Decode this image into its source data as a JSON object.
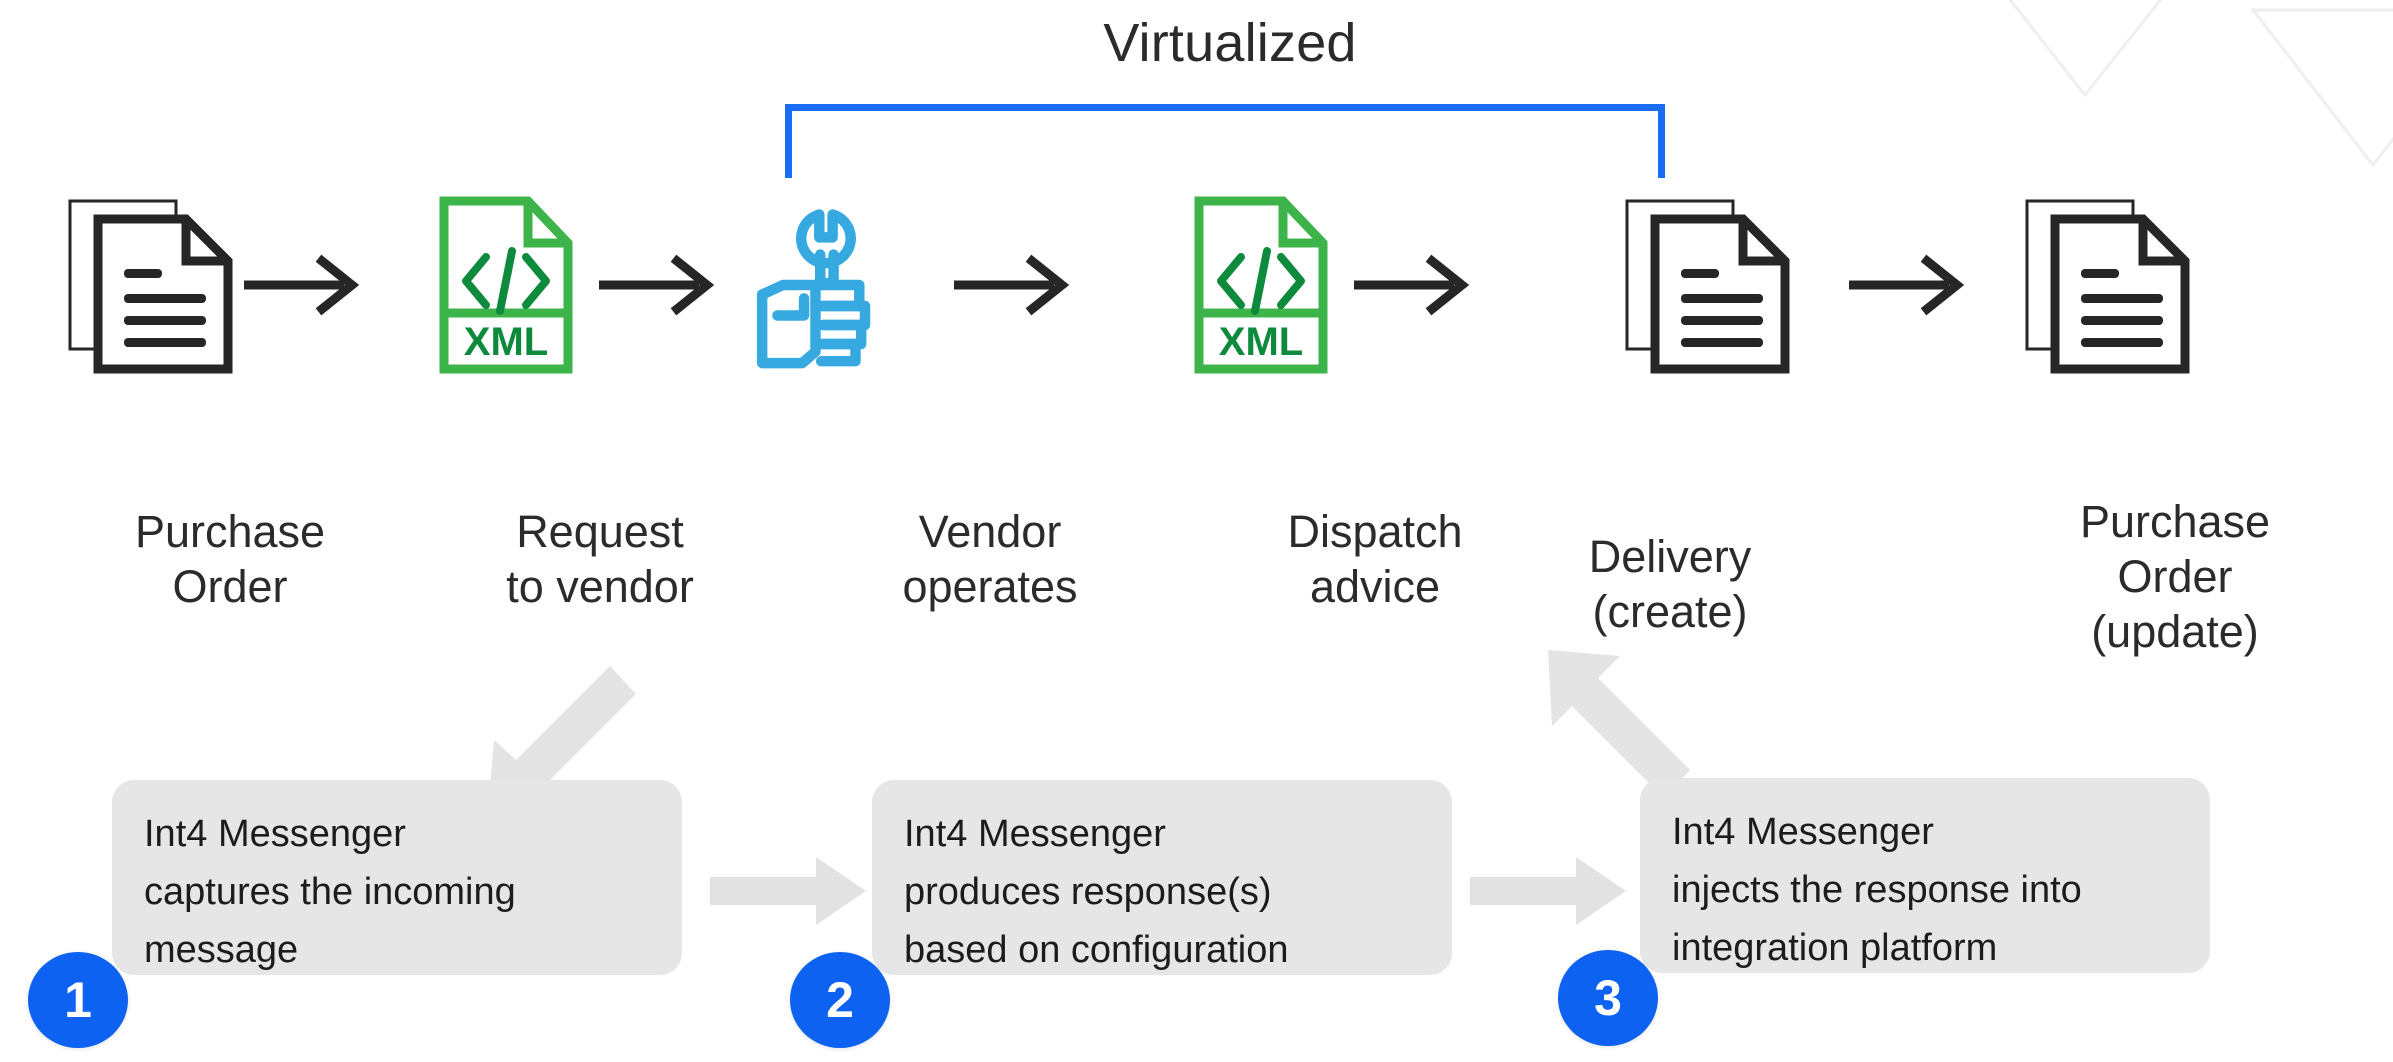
{
  "colors": {
    "bracket_blue": "#1a6cf5",
    "badge_blue": "#0d62f2",
    "xml_green": "#3cb44a",
    "xml_green_dark": "#0e8a3c",
    "tool_blue": "#36a9e1",
    "doc_black": "#262626",
    "box_gray": "#e6e6e6",
    "arrow_gray": "#e2e2e2",
    "text_dark": "#2b2b2b"
  },
  "bracket": {
    "label": "Virtualized"
  },
  "flow": {
    "nodes": [
      {
        "icon": "documents-icon",
        "caption": "Purchase\nOrder"
      },
      {
        "icon": "xml-file-icon",
        "caption": "Request\nto vendor",
        "badge_text": "XML"
      },
      {
        "icon": "hand-wrench-icon",
        "caption": "Vendor\noperates"
      },
      {
        "icon": "xml-file-icon",
        "caption": "Dispatch\nadvice",
        "badge_text": "XML"
      },
      {
        "icon": "documents-icon",
        "caption": "Delivery\n(create)"
      },
      {
        "icon": "documents-icon",
        "caption": "Purchase\nOrder\n(update)"
      }
    ],
    "arrow_count": 5
  },
  "steps": [
    {
      "number": "1",
      "text": "Int4 Messenger\ncaptures the incoming\nmessage"
    },
    {
      "number": "2",
      "text": "Int4 Messenger\nproduces response(s)\nbased on configuration"
    },
    {
      "number": "3",
      "text": "Int4 Messenger\ninjects the response into\nintegration platform"
    }
  ]
}
